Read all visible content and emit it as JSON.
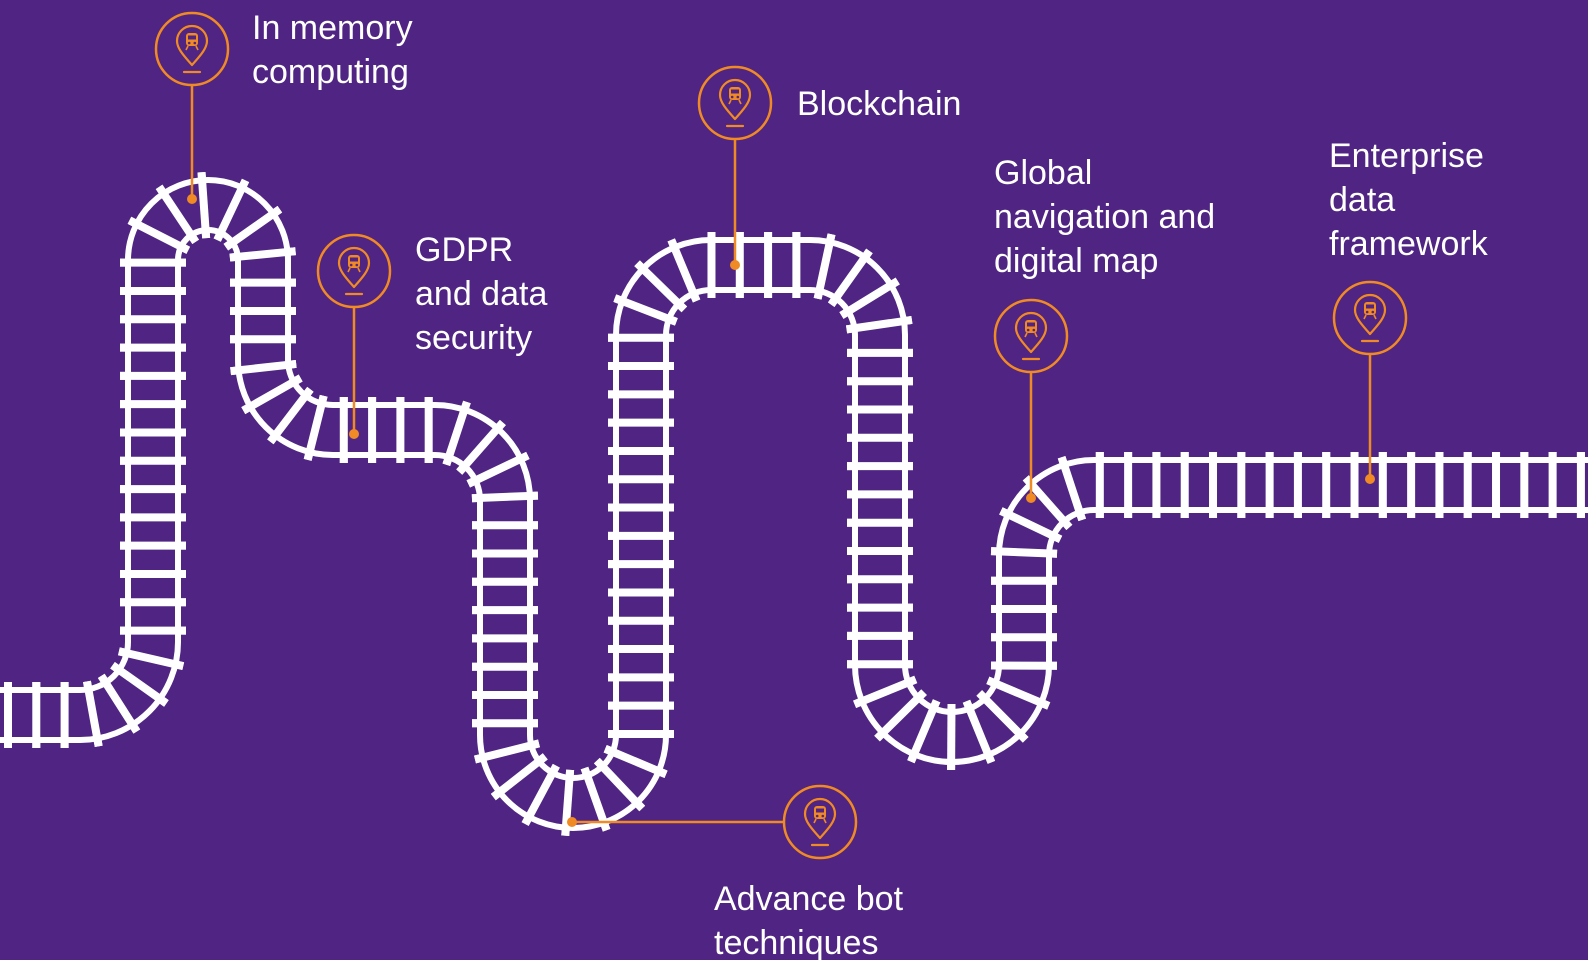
{
  "theme": {
    "background": "#4f2483",
    "track": "#ffffff",
    "accent": "#f08a24"
  },
  "milestones": [
    {
      "id": "in-memory-computing",
      "lines": [
        "In memory",
        "computing"
      ],
      "icon": "train-location-pin-icon"
    },
    {
      "id": "gdpr",
      "lines": [
        "GDPR",
        "and data",
        "security"
      ],
      "icon": "train-location-pin-icon"
    },
    {
      "id": "blockchain",
      "lines": [
        "Blockchain"
      ],
      "icon": "train-location-pin-icon"
    },
    {
      "id": "advance-bot",
      "lines": [
        "Advance bot",
        "techniques"
      ],
      "icon": "train-location-pin-icon"
    },
    {
      "id": "global-navigation",
      "lines": [
        "Global",
        "navigation and",
        "digital map"
      ],
      "icon": "train-location-pin-icon"
    },
    {
      "id": "enterprise-data",
      "lines": [
        "Enterprise",
        "data",
        "framework"
      ],
      "icon": "train-location-pin-icon"
    }
  ]
}
